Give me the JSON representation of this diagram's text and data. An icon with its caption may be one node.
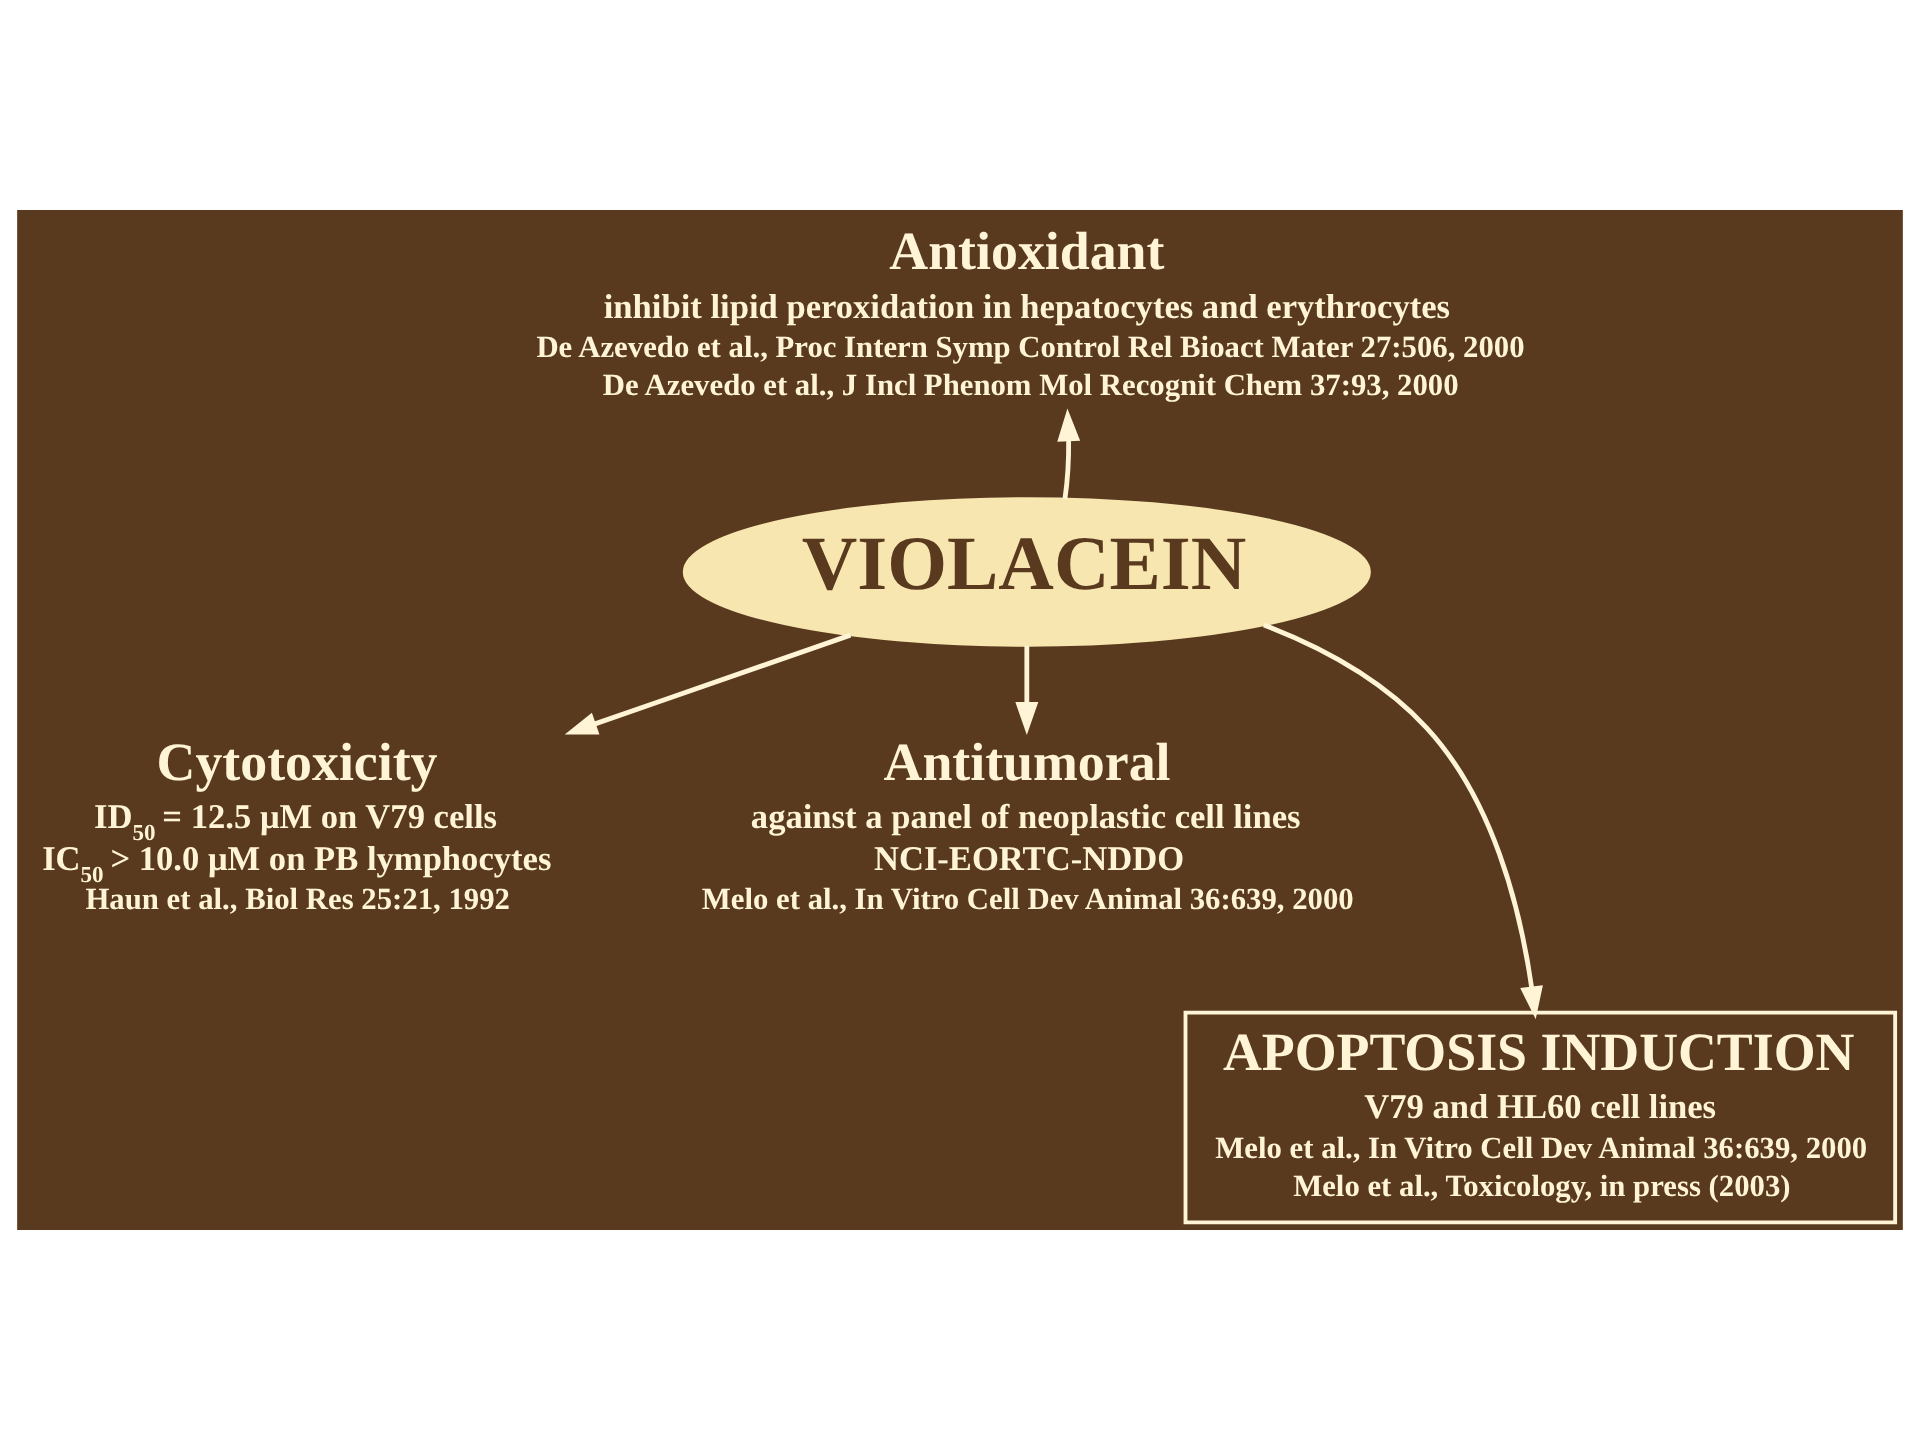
{
  "diagram": {
    "nodes": [
      {
        "text": [
          "VIOLACEIN"
        ]
      },
      {
        "text": [
          "Antioxidant",
          "inhibit lipid peroxidation in hepatocytes and erythrocytes",
          "De Azevedo et al., Proc Intern Symp Control Rel Bioact Mater 27:506, 2000",
          "De Azevedo et al., J Incl Phenom Mol Recognit Chem 37:93, 2000"
        ]
      },
      {
        "text": [
          "Cytotoxicity",
          "ID$_{50}$ = 12.5 μM on V79 cells",
          "IC$_{50}$ > 10.0 μM on PB lymphocytes",
          "Haun et al., Biol Res 25:21, 1992"
        ]
      },
      {
        "text": [
          "Antitumoral",
          "against a panel of neoplastic cell lines",
          "NCI-EORTC-NDDO",
          "Melo et al., In Vitro Cell Dev Animal 36:639, 2000"
        ]
      },
      {
        "text": [
          "APOPTOSIS INDUCTION",
          "V79 and HL60 cell lines",
          "Melo et al., In Vitro Cell Dev Animal 36:639, 2000",
          "Melo et al., Toxicology, in press (2003)"
        ]
      }
    ],
    "edges": [
      {
        "from": 0,
        "to": 1,
        "arrow": "to"
      },
      {
        "from": 0,
        "to": 2,
        "arrow": "to"
      },
      {
        "from": 0,
        "to": 3,
        "arrow": "to"
      },
      {
        "from": 0,
        "to": 4,
        "arrow": "to"
      }
    ]
  }
}
